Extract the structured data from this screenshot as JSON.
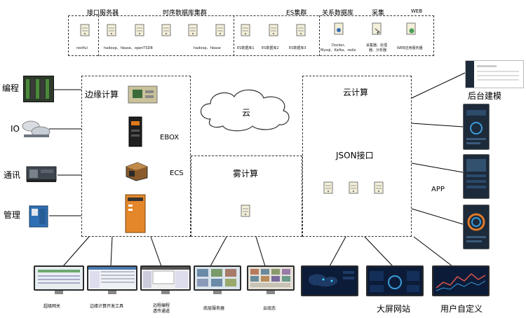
{
  "top": {
    "interface_server": "接口服务器",
    "timeseries_db": "时序数据库集群",
    "es_cluster": "ES集群",
    "relational_db": "关系数据库",
    "collect": "采集",
    "web": "WEB",
    "restful": "restful",
    "hadoop_opentsdb": "hadoop、hbase、openTSDB",
    "hadoop_hbase": "hadoop、hbase",
    "es_node1": "ES数据库1",
    "es_node2": "ES数据库2",
    "es_node3": "ES数据库3",
    "docker_line1": "Docker、",
    "docker_line2": "Mysql、Kafka、redis",
    "collector_line1": "采集器、处理",
    "collector_line2": "器、分析器",
    "web_server": "WEB应用服务器"
  },
  "left": {
    "programming": "编程",
    "io": "IO",
    "comm": "通讯",
    "manage": "管理"
  },
  "edge": {
    "title": "边缘计算",
    "ebox": "EBOX",
    "ecs": "ECS"
  },
  "cloud_shape": "云",
  "fog": "雾计算",
  "cloud": {
    "title": "云计算",
    "json": "JSON接口"
  },
  "right": {
    "backend": "后台建模",
    "app": "APP"
  },
  "bottom": {
    "gateway": "超级网关",
    "devtool": "边缘计算开发工具",
    "remote_line1": "远程编程",
    "remote_line2": "透传通道",
    "server": "底层服务器",
    "config": "云组态",
    "bigscreen": "大屏网站",
    "custom": "用户自定义"
  },
  "colors": {
    "dark_screen": "#0c1c38",
    "light_screen": "#e8edf2",
    "cloud_stroke": "#333333"
  }
}
